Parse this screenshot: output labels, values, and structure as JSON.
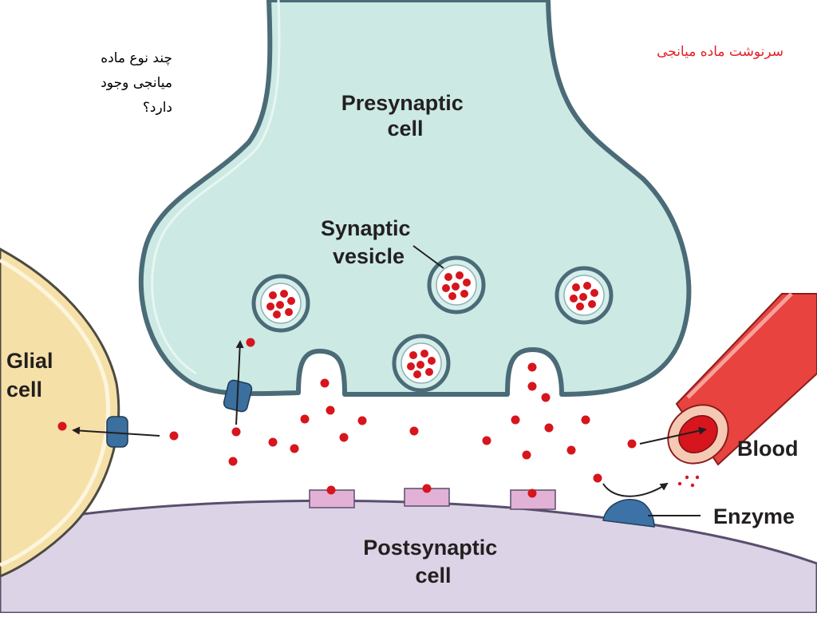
{
  "title": "سرنوشت ماده میانجی",
  "question": "چند نوع ماده میانجی وجود دارد؟",
  "labels": {
    "presynaptic": [
      "Presynaptic",
      "cell"
    ],
    "vesicle": [
      "Synaptic",
      "vesicle"
    ],
    "glial": [
      "Glial",
      "cell"
    ],
    "blood": "Blood",
    "enzyme": "Enzyme",
    "postsynaptic": [
      "Postsynaptic",
      "cell"
    ]
  },
  "colors": {
    "title": "#e41f26",
    "presynaptic_fill": "#cce9e4",
    "membrane": "#4a6b77",
    "glial_fill": "#fbe6b1",
    "postsynaptic_fill": "#dcd3e6",
    "neurotransmitter": "#d7151c",
    "transporter": "#3b6f9e",
    "receptor": "#e2b1d6",
    "blood_vessel": "#e8433f",
    "enzyme": "#3d72a6"
  }
}
